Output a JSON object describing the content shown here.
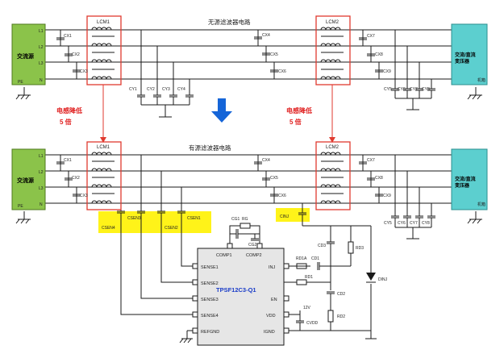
{
  "colors": {
    "line": "#1a1a1a",
    "source_fill": "#8bc34a",
    "source_edge": "#4f7a1f",
    "load_fill": "#5ccfcf",
    "load_edge": "#2b8f8f",
    "choke_frame": "#e03a2f",
    "highlight": "#fff200",
    "arrow": "#1565d8",
    "title_text": "#1a3cc8",
    "note_text": "#e02020",
    "ic_fill": "#e6e6e6",
    "pin_label_text": "#111111"
  },
  "top_diagram": {
    "title": "无源滤波器电路",
    "source_label": "交流源",
    "source_pins": [
      "L1",
      "L2",
      "L3",
      "N"
    ],
    "source_pe": "PE",
    "load_label": "交流/直流\n变压器",
    "load_frame": "机箱",
    "choke1": "LCM1",
    "choke2": "LCM2",
    "x_caps_left": [
      "CX1",
      "CX2",
      "CX3"
    ],
    "x_caps_mid": [
      "CX4",
      "CX5",
      "CX6"
    ],
    "x_caps_right": [
      "CX7",
      "CX8",
      "CX9"
    ],
    "y_caps_left": [
      "CY1",
      "CY2",
      "CY3",
      "CY4"
    ],
    "y_caps_right": [
      "CY5",
      "CY6",
      "CY7",
      "CY8"
    ]
  },
  "middle": {
    "note_left": "电感降低\n5 倍",
    "note_right": "电感降低\n5 倍",
    "arrow": "down-arrow-icon"
  },
  "bottom_diagram": {
    "title": "有源滤波器电路",
    "source_label": "交流源",
    "source_pins": [
      "L1",
      "L2",
      "L3",
      "N"
    ],
    "source_pe": "PE",
    "load_label": "交流/直流\n变压器",
    "load_frame": "机箱",
    "choke1": "LCM1",
    "choke2": "LCM2",
    "x_caps_left": [
      "CX1",
      "CX2",
      "CX3"
    ],
    "x_caps_mid": [
      "CX4",
      "CX5",
      "CX6"
    ],
    "x_caps_right": [
      "CX7",
      "CX8",
      "CX9"
    ],
    "y_caps_right": [
      "CY5",
      "CY6",
      "CY7",
      "CY8"
    ],
    "sense_caps": [
      "CSEN4",
      "CSEN3",
      "CSEN2",
      "CSEN1"
    ],
    "cinj": "CINJ",
    "ic": {
      "name": "TPSF12C3-Q1",
      "pins_left": [
        "SENSE1",
        "SENSE2",
        "SENSE3",
        "SENSE4",
        "REFGND"
      ],
      "pins_right": [
        "INJ",
        "EN",
        "VDD",
        "IGND"
      ],
      "pins_top": [
        "COMP1",
        "COMP2"
      ]
    },
    "comp_parts": [
      "CG1",
      "RG",
      "CG2"
    ],
    "inj_parts": [
      "RD1A",
      "CD1",
      "CD3",
      "RD3",
      "RD1",
      "CD2",
      "RD2",
      "DINJ"
    ],
    "supply": "12V",
    "cvdd": "CVDD"
  }
}
